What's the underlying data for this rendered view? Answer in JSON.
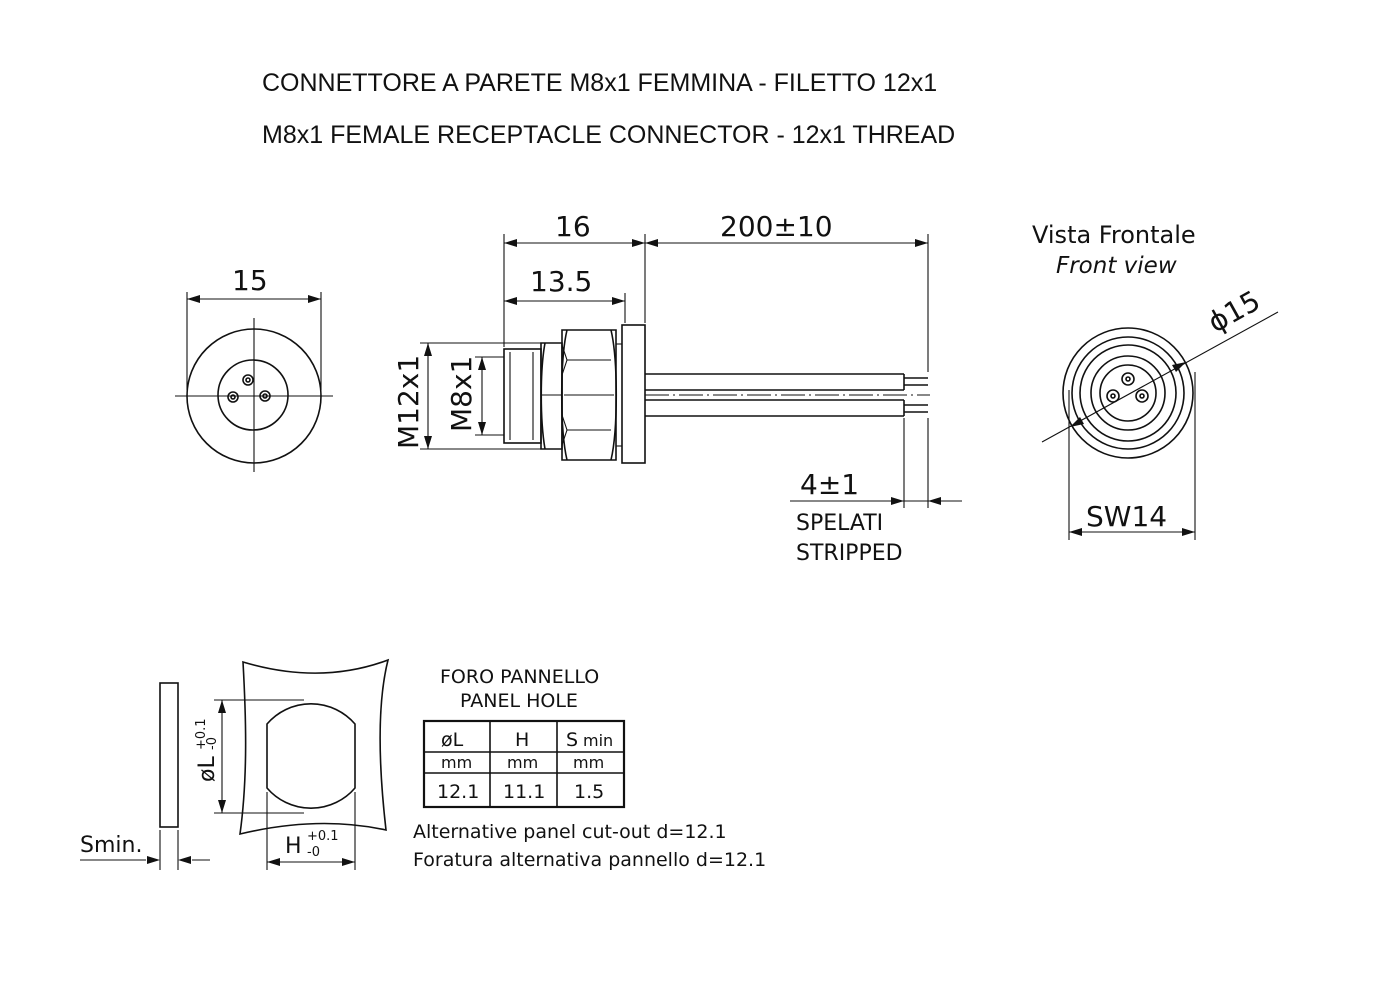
{
  "title": {
    "line_it": "CONNETTORE A PARETE M8x1 FEMMINA - FILETTO 12x1",
    "line_en": "M8x1 FEMALE RECEPTACLE CONNECTOR - 12x1 THREAD"
  },
  "dimensions": {
    "diameter_15": "15",
    "length_16": "16",
    "length_13_5": "13.5",
    "cable_length": "200±10",
    "thread_m12": "M12x1",
    "thread_m8": "M8x1",
    "stripped_length": "4±1",
    "front_diameter": "ϕ15",
    "wrench_size": "SW14",
    "s_min": "Smin.",
    "phi_l": "øL",
    "phi_l_tol_plus": "+0.1",
    "phi_l_tol_minus": "-0",
    "h": "H",
    "h_tol_plus": "+0.1",
    "h_tol_minus": "-0"
  },
  "stripped_note": {
    "it": "SPELATI",
    "en": "STRIPPED"
  },
  "front_view": {
    "it": "Vista Frontale",
    "en": "Front view"
  },
  "panel_hole": {
    "title_it": "FORO PANNELLO",
    "title_en": "PANEL HOLE",
    "headers": [
      "øL",
      "H",
      "S"
    ],
    "header_sub": "min",
    "units": [
      "mm",
      "mm",
      "mm"
    ],
    "values": [
      "12.1",
      "11.1",
      "1.5"
    ]
  },
  "notes": {
    "alt_en": "Alternative panel cut-out d=12.1",
    "alt_it": "Foratura alternativa pannello d=12.1"
  }
}
